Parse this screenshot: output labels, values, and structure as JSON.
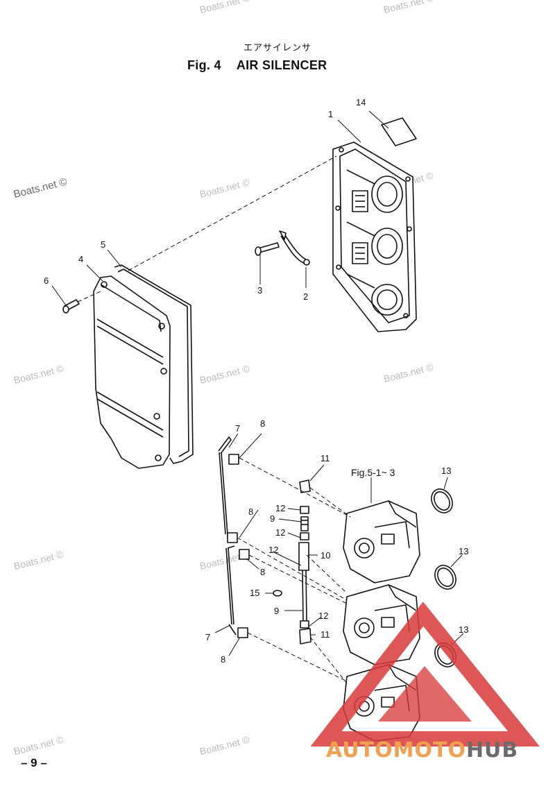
{
  "header": {
    "japanese_title": "エアサイレンサ",
    "figure_number": "Fig. 4",
    "figure_title": "AIR SILENCER"
  },
  "watermark": "Boats.net ©",
  "reference": "Fig.5-1~ 3",
  "page_number": "– 9 –",
  "logo": {
    "part1": "AUTO",
    "part2": "MOTO",
    "part3": "HUB",
    "color_triangle": "#d93a3a",
    "color_accent": "#f0a050",
    "color_dark": "#6b6b6b"
  },
  "callouts": {
    "c14": "14",
    "c1": "1",
    "c5": "5",
    "c4": "4",
    "c6": "6",
    "c3": "3",
    "c2": "2",
    "c7a": "7",
    "c8a": "8",
    "c11a": "11",
    "c12a": "12",
    "c9a": "9",
    "c8b": "8",
    "c12b": "12",
    "c10": "10",
    "c12c": "12",
    "c8c": "8",
    "c15": "15",
    "c9b": "9",
    "c12d": "12",
    "c7b": "7",
    "c11b": "11",
    "c8d": "8",
    "c13a": "13",
    "c13b": "13",
    "c13c": "13"
  }
}
